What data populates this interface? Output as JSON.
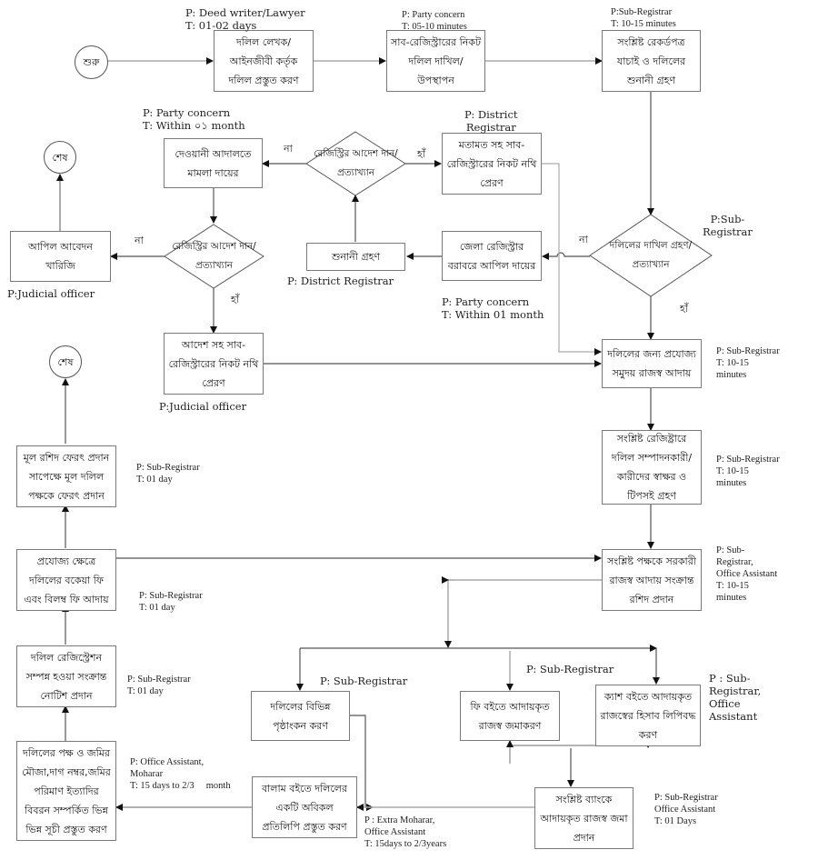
{
  "diagram": {
    "type": "flowchart",
    "title": "",
    "terminals": {
      "start": "শুরু",
      "end_top": "শেষ",
      "end_mid": "শেষ"
    },
    "steps": {
      "deed_prepare": "দলিল লেখক/ আইনজীবী কর্তৃক দলিল প্রস্তুত করণ",
      "submit_subreg": "সাব-রেজিস্ট্রারের নিকট দলিল দাখিল/ উপস্থাপন",
      "verify_records": "সংশ্লিষ্ট রেকর্ডপত্র যাচাই ও দলিলের শুনানী গ্রহণ",
      "civil_court": "দেওয়ানী আদালতে মামলা দায়ের",
      "opinion_send": "মতামত সহ সাব- রেজিস্ট্রারের নিকট নথি প্রেরণ",
      "appeal_reject": "আপিল আবেদন খারিজি",
      "hearing": "শুনানী গ্রহণ",
      "district_appeal": "জেলা রেজিস্ট্রার বরাবরে আপিল দায়ের",
      "order_send": "আদেশ সহ সাব- রেজিস্ট্রারের নিকট নথি প্রেরণ",
      "collect_revenue": "দলিলের জন্য প্রযোজ্য সমুদয় রাজস্ব আদায়",
      "signature": "সংশ্লিষ্ট রেজিষ্ট্রারে দলিল সম্পাদনকারী/ কারীদের স্বাক্ষর ও টিপসই গ্রহণ",
      "receipt": "সংশ্লিষ্ট পক্ষকে সরকারী রাজস্ব আদায় সংক্রান্ত রশিদ প্রদান",
      "return_deed": "মূল রশিদ ফেরৎ প্রদান সাপেক্ষে মূল দলিল পক্ষকে ফেরৎ প্রদান",
      "due_fees": "প্রযোজ্য ক্ষেত্রে দলিলের বকেয়া ফি এবং বিলম্ব ফি আদায়",
      "notice": "দলিল রেজিস্ট্রেশন সম্পন্ন হওয়া সংক্রান্ত নোটিশ প্রদান",
      "endorse": "দলিলের বিভিন্ন পৃষ্ঠাংকন করণ",
      "fee_book": "ফি বইতে আদায়কৃত রাজস্ব জমাকরণ",
      "cash_book": "ক্যাশ বইতে আদায়কৃত রাজস্বের হিসাব লিপিবদ্ধ করণ",
      "index_lists": "দলিলের পক্ষ ও জমির মৌজা,দাগ নম্বর,জমির পরিমাণ ইত্যাদির বিবরন সম্পর্কিত ভিন্ন ভিন্ন সূচী প্রস্তুত করণ",
      "volume_copy": "বালাম বইতে দলিলের একটি অবিকল প্রতিলিপি প্রস্তুত করণ",
      "bank_deposit": "সংশ্লিষ্ট ব্যাংকে আদায়কৃত রাজস্ব জমা প্রদান"
    },
    "decisions": {
      "accept_reject": "দলিলের দাখিল গ্রহণ/ প্রত্যাখ্যান",
      "district_order": "রেজিস্ট্রির আদেশ দান/প্রত্যাখ্যান",
      "judicial_order": "রেজিস্ট্রির আদেশ দান/প্রত্যাখ্যান"
    },
    "branch_labels": {
      "no": "না",
      "yes": "হাঁ"
    },
    "annotations": {
      "deed_prepare": "P: Deed writer/Lawyer\nT: 01-02 days",
      "submit_subreg": "P: Party concern\nT: 05-10 minutes",
      "verify_records": "P:Sub-Registrar\nT: 10-15 minutes",
      "civil_court": "P: Party concern\nT: Within ০১ month",
      "opinion_send": "P: District\nRegistrar",
      "accept_reject": "P:Sub-\nRegistrar",
      "appeal_reject": "P:Judicial officer",
      "hearing": "P: District Registrar",
      "district_appeal": "P: Party concern\nT: Within 01 month",
      "order_send": "P:Judicial officer",
      "collect_revenue": "P: Sub-Registrar\nT: 10-15\nminutes",
      "signature": "P: Sub-Registrar\nT: 10-15\nminutes",
      "receipt": "P: Sub-\nRegistrar,\nOffice Assistant\nT: 10-15\nminutes",
      "return_deed": "P: Sub-Registrar\nT: 01 day",
      "due_fees": "P: Sub-Registrar\nT: 01 day",
      "notice": "P: Sub-Registrar\nT: 01 day",
      "endorse": "P: Sub-Registrar",
      "fee_book": "P: Sub-Registrar",
      "cash_book": "P : Sub-\nRegistrar,\nOffice\nAssistant",
      "index_lists": "P: Office Assistant,\nMoharar\nT: 15 days to 2/3     month",
      "volume_copy": "P : Extra Moharar,\nOffice Assistant\nT: 15days to 2/3years",
      "bank_deposit": "P: Sub-Registrar\nOffice Assistant\nT: 01 Days"
    }
  }
}
